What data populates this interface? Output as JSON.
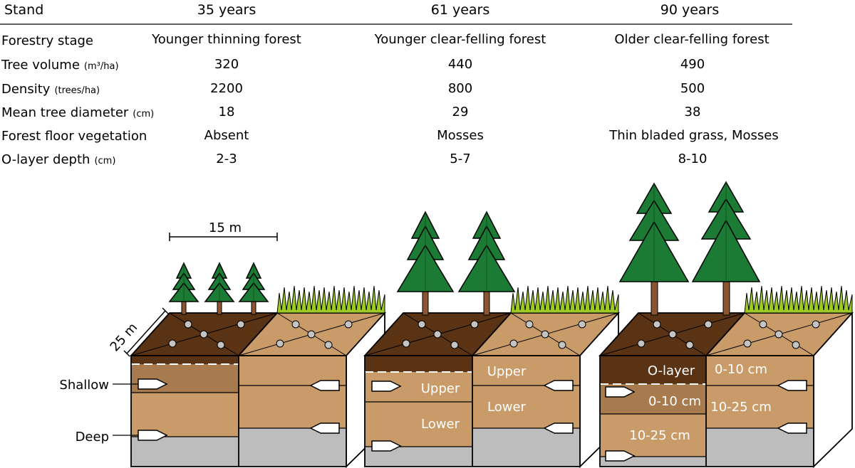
{
  "table": {
    "header": [
      "Stand",
      "35 years",
      "61 years",
      "90 years"
    ],
    "rows": [
      {
        "label": "Forestry stage",
        "unit": "",
        "values": [
          "Younger thinning forest",
          "Younger clear-felling forest",
          "Older clear-felling forest"
        ]
      },
      {
        "label": "Tree volume",
        "unit": "(m³/ha)",
        "values": [
          "320",
          "440",
          "490"
        ]
      },
      {
        "label": "Density",
        "unit": "(trees/ha)",
        "values": [
          "2200",
          "800",
          "500"
        ]
      },
      {
        "label": "Mean tree diameter",
        "unit": "(cm)",
        "values": [
          "18",
          "29",
          "38"
        ]
      },
      {
        "label": "Forest floor vegetation",
        "unit": "",
        "values": [
          "Absent",
          "Mosses",
          "Thin bladed grass, Mosses"
        ]
      },
      {
        "label": "O-layer depth",
        "unit": "(cm)",
        "values": [
          "2-3",
          "5-7",
          "8-10"
        ]
      }
    ]
  },
  "diagram": {
    "scale_width": "15 m",
    "scale_depth": "25 m",
    "depth_labels": {
      "shallow": "Shallow",
      "deep": "Deep"
    },
    "stand2_labels": {
      "forest_upper": "Upper",
      "forest_lower": "Lower",
      "clearcut_upper": "Upper",
      "clearcut_lower": "Lower"
    },
    "stand3_labels": {
      "olayer": "O-layer",
      "forest_upper": "0-10 cm",
      "forest_lower": "10-25 cm",
      "clearcut_upper": "0-10 cm",
      "clearcut_lower": "10-25 cm"
    }
  },
  "colors": {
    "dark_soil": "#5a3214",
    "light_soil": "#c99b68",
    "mid_soil": "#a87b4f",
    "bedrock": "#bdbdbd",
    "tree": "#1b7a33",
    "trunk": "#8a5530",
    "grass": "#9ccc23"
  }
}
